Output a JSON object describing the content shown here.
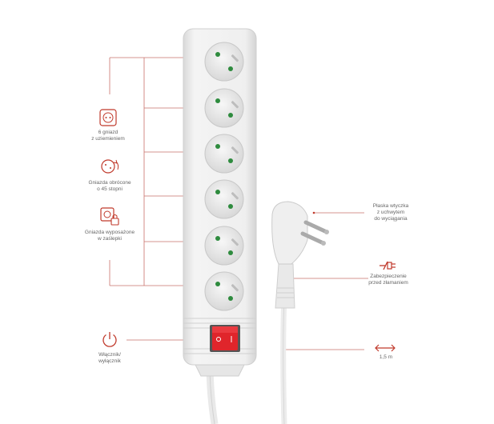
{
  "features": {
    "sockets": {
      "line1": "6 gniazd",
      "line2": "z uziemieniem",
      "icon": "socket-icon"
    },
    "rotated": {
      "line1": "Gniazda obrócone",
      "line2": "o 45 stopni",
      "icon": "rotate-icon"
    },
    "shutters": {
      "line1": "Gniazda wyposażone",
      "line2": "w zaślepki",
      "icon": "child-lock-icon"
    },
    "switch": {
      "line1": "Włącznik/",
      "line2": "wyłącznik",
      "icon": "power-icon"
    }
  },
  "plug": {
    "line1": "Płaska wtyczka",
    "line2": "z uchwytem",
    "line3": "do wyciągania"
  },
  "protection": {
    "line1": "Zabezpieczenie",
    "line2": "przed złamaniem",
    "icon": "bend-protection-icon"
  },
  "cable": {
    "length": "1,5 m",
    "icon": "double-arrow-icon"
  },
  "colors": {
    "accent": "#c0392b",
    "body": "#ececec",
    "switch": "#e0252b",
    "pin": "#2e8b3e"
  }
}
